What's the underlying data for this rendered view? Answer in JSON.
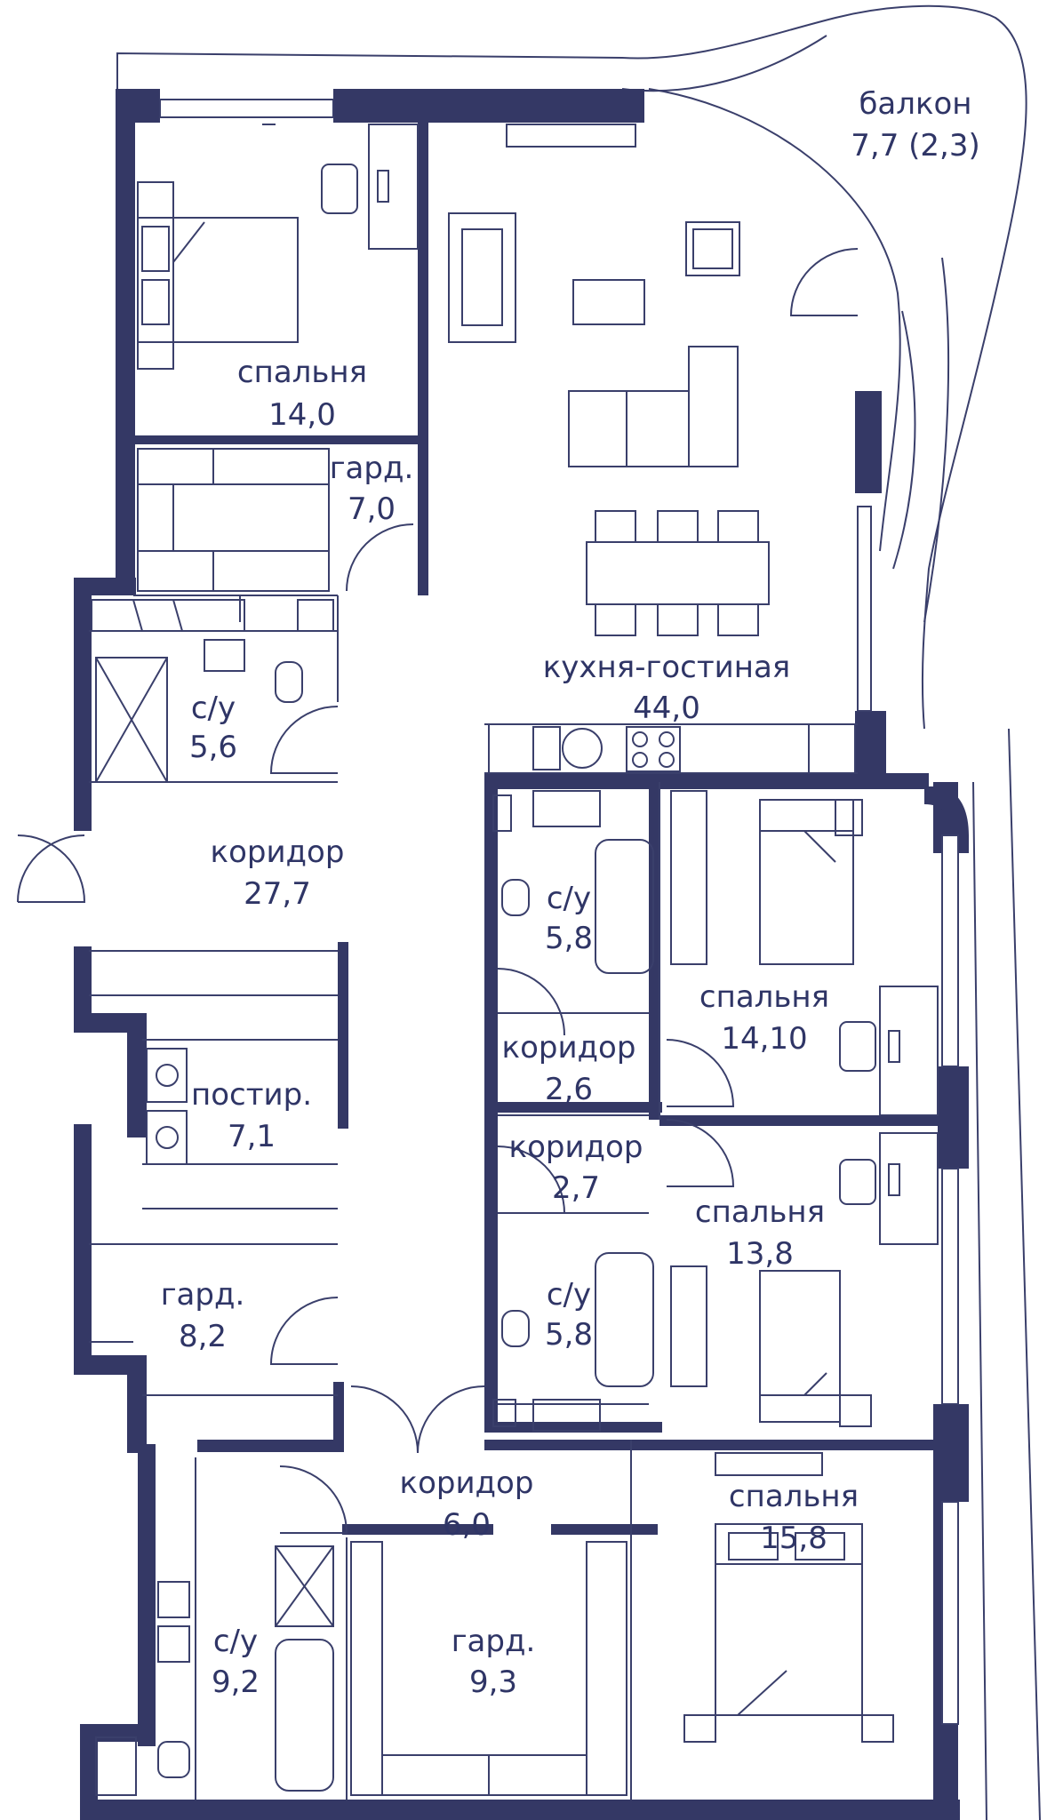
{
  "colors": {
    "wall": "#343865",
    "line": "#3a3f6b",
    "text": "#2f3566",
    "background": "#ffffff"
  },
  "rooms": {
    "balcony": {
      "name": "балкон",
      "area": "7,7 (2,3)"
    },
    "bedroom_top": {
      "name": "спальня",
      "area": "14,0"
    },
    "wardrobe_top": {
      "name": "гард.",
      "area": "7,0"
    },
    "kitchen_living": {
      "name": "кухня-гостиная",
      "area": "44,0"
    },
    "bath_left": {
      "name": "с/у",
      "area": "5,6"
    },
    "corridor_main": {
      "name": "коридор",
      "area": "27,7"
    },
    "bath_mid_top": {
      "name": "с/у",
      "area": "5,8"
    },
    "bedroom_mid": {
      "name": "спальня",
      "area": "14,10"
    },
    "corridor_small_1": {
      "name": "коридор",
      "area": "2,6"
    },
    "laundry": {
      "name": "постир.",
      "area": "7,1"
    },
    "corridor_small_2": {
      "name": "коридор",
      "area": "2,7"
    },
    "bedroom_lower": {
      "name": "спальня",
      "area": "13,8"
    },
    "wardrobe_mid": {
      "name": "гард.",
      "area": "8,2"
    },
    "bath_mid_bottom": {
      "name": "с/у",
      "area": "5,8"
    },
    "corridor_bottom": {
      "name": "коридор",
      "area": "6,0"
    },
    "bedroom_bottom": {
      "name": "спальня",
      "area": "15,8"
    },
    "bath_bottom": {
      "name": "с/у",
      "area": "9,2"
    },
    "wardrobe_bottom": {
      "name": "гард.",
      "area": "9,3"
    }
  }
}
